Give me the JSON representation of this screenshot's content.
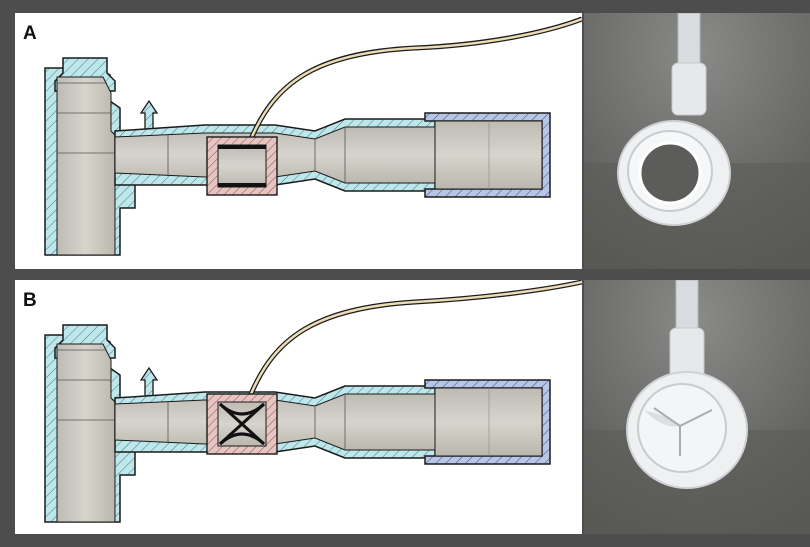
{
  "figure": {
    "panels": [
      {
        "label": "A",
        "state": "open"
      },
      {
        "label": "B",
        "state": "closed"
      }
    ]
  },
  "colors": {
    "frame": "#4d4d4d",
    "body_fill": "#cfcdc4",
    "wall_teal": "#bfe6ea",
    "cap_blue": "#b8c6e6",
    "collar_pink": "#e6c4c2",
    "tube_tan": "#ecdcb6",
    "outline": "#1a1a1a"
  }
}
